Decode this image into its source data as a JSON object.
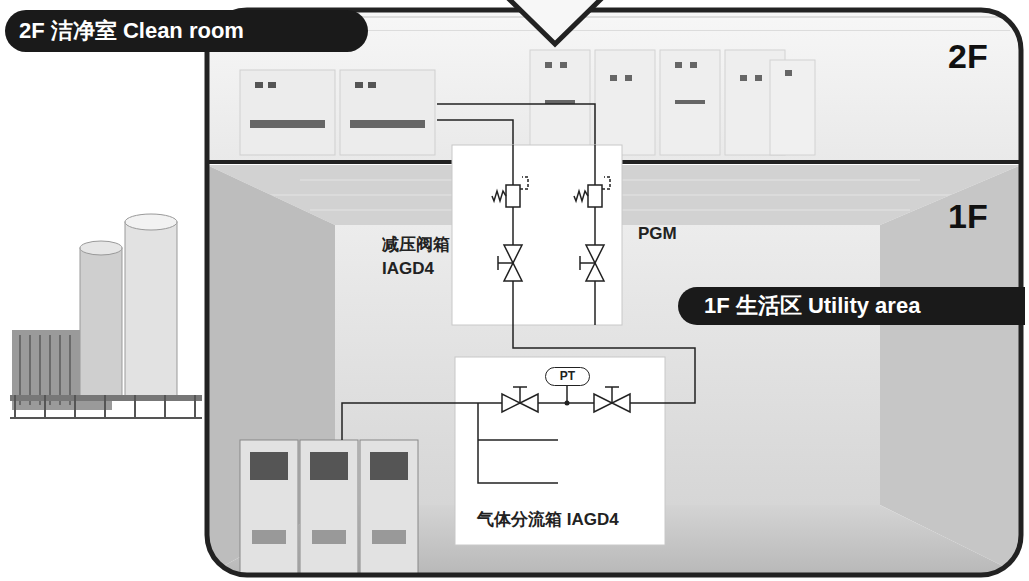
{
  "diagram": {
    "nodes": [
      {
        "text": [
          "2F 洁净室 Clean room"
        ]
      },
      {
        "text": [
          "1F 生活区 Utility area"
        ]
      },
      {
        "text": [
          "减压阀箱 IAGD4",
          "PGM"
        ]
      },
      {
        "text": [
          "气体分流箱 IAGD4"
        ]
      },
      {
        "text": [
          "PT"
        ],
        "in": 3
      }
    ],
    "edges": [
      {
        "from": 3,
        "to": 2,
        "arrow": "none"
      }
    ],
    "labels": [
      "2F",
      "1F"
    ]
  }
}
